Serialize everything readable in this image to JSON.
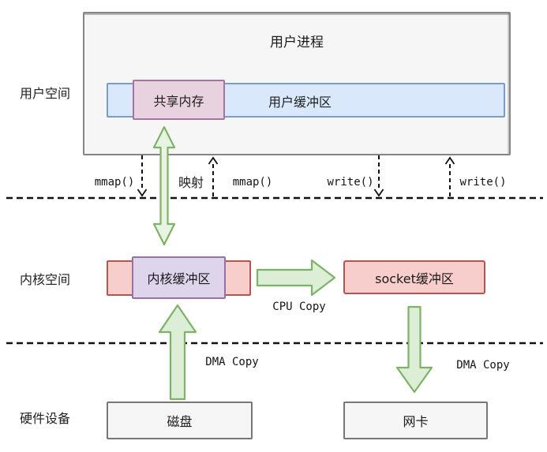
{
  "layers": {
    "user_space_label": "用户空间",
    "kernel_space_label": "内核空间",
    "hardware_label": "硬件设备"
  },
  "user_process": {
    "title": "用户进程",
    "shared_memory": "共享内存",
    "user_buffer": "用户缓冲区"
  },
  "syscalls": {
    "mmap_left": "mmap()",
    "mapping": "映射",
    "mmap_right": "mmap()",
    "write_left": "write()",
    "write_right": "write()"
  },
  "kernel": {
    "kernel_buffer": "内核缓冲区",
    "socket_buffer": "socket缓冲区",
    "cpu_copy_label": "CPU Copy"
  },
  "hardware": {
    "disk": "磁盘",
    "nic": "网卡",
    "dma_copy_left_label": "DMA Copy",
    "dma_copy_right_label": "DMA Copy"
  },
  "colors": {
    "green_fill": "#ddeed6",
    "green_stroke": "#7eb267",
    "blue_fill": "#dae8fc",
    "blue_stroke": "#7a9cc6",
    "purple_fill": "#ded5ec",
    "purple_stroke": "#9673a6",
    "pink_fill": "#e9d2df",
    "red_fill": "#f8cecc",
    "red_stroke": "#b85450",
    "gray_box_fill": "#f6f6f6",
    "boundary_line": "#111111"
  }
}
